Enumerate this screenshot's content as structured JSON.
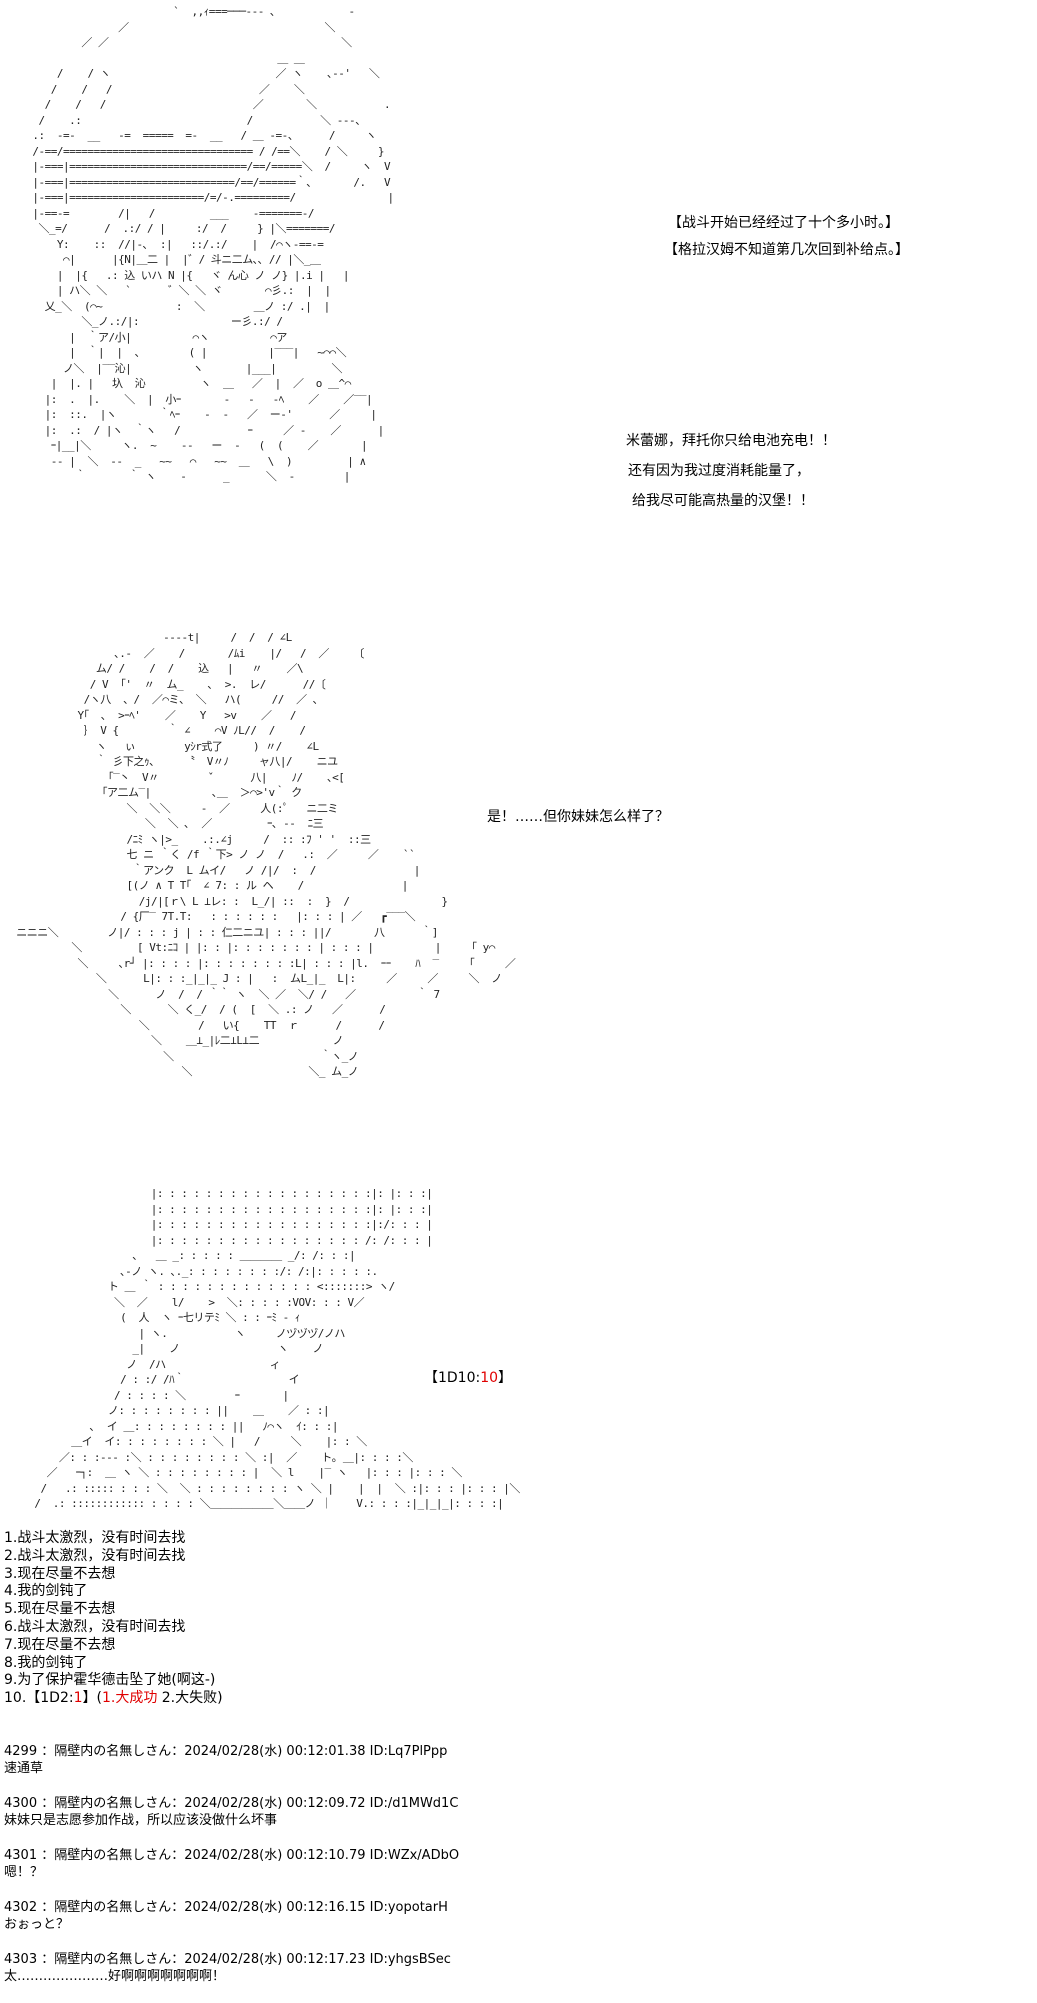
{
  "panel1": {
    "art": "                          `  ,,ｨ===───‐‐- ､            -\n                 ／                                ＼\n           ／ ／                                      ＼\n                                           ＿ ＿\n       /    / ヽ                           ／ ヽ    ､-‐'   ＼\n      /    /   /                        ／    ＼\n     /    /   /                        ／       ＼           .\n    /    .:                           /           ＼ -‐-、\n   .:  -=-  __   -=  =====  =-  __   / ＿ -=-、     /     ヽ\n   /-==/=============================== / /==＼    / ＼     }\n   |-===|=============================/==/=====＼  /     ヽ  V\n   |-===|===========================/==/======｀、      /.   V\n   |-===|======================/=/-.=========/               |\n   |-==-=        /|   /         ___    -=======-/\n    ＼_=/      /  .:/ / |     :/  /     } |＼=======/\n       Y:    ::  //|-､  :|   ::/.:/    |  /⌒ヽ-==-=\n        ⌒|      |{N|＿二 |  |゛/ 斗ニ二ム､､ // |＼_＿\n       |  |{   .: 込 いハ N |{   ヾ ん心 ノ ノ} |.i |   |\n       | ハ＼ ＼   `      ゛＼ ＼ ヾ       ⌒彡.:  |  |\n     乂_＼  (⌒~            :  ＼        ＿ノ :/ .|  |\n           ＼_ノ.:/|:               ー彡.:/ /\n         |  ｀ア/小|          ⌒ヽ          ⌒ア\n         |  ｀|  |  ､        ( |          |‾‾‾|   ~⌒⌒＼\n        ノ＼  |‾‾沁|          ヽ       |___|         ＼\n      |  |. |   圦  沁         ヽ  ＿   ／  |  ／  o ＿^⌒\n     |:  .  |.    ＼  |  小ｰ       ‐   -   -ﾍ    ／    ／‾‾|\n     |:  ::.  |ヽ       ｀ﾍｰ    -  ‐   ／  ー‐'      ／     |\n     |:  .:  / |ヽ  ｀ヽ   /           ｰ     ／ -    ／      |\n      ｰ|__|＼     ヽ.  ~    ‐‐   ー  -   (  (    ／       |\n      ‐‐ |  ＼  ‐‐  _   ~~   ⌒   ~~  ＿   \\  )         | ∧\n          ｀       ｀ ヽ    ‐      _      ＼  ‐        |",
    "narration": [
      "【战斗开始已经经过了十个多小时。】",
      "【格拉汉姆不知道第几次回到补给点。】"
    ],
    "speech": [
      "米蕾娜，拜托你只给电池充电！！",
      "还有因为我过度消耗能量了，",
      "给我尽可能高热量的汉堡！！"
    ]
  },
  "panel2": {
    "art": "                          -‐‐‐t|     /  /  / ∠L\n                  ､.-  ／    /       /ﾑi    |/   /  ／    〔\n               ム/ /    /  /    込   |   〃    ／\\\n              / V  ｢'  〃  ム_    ､  >.  レ/      //〔\n             /ヽ八  、/  ／⌒ミ、 ＼   ハ(     //  ／ ､\n            Y｢  ､  >ｰﾍ'    ／    Y   >v    ／   /\n             ｝ V {        ｀ ∠    ⌒V ﾉL//  /    /\n               ヽ   ぃ        yｼr式了     ) 〃/    ∠L\n               ｀ 彡下之ｩ、    〝  V〃ﾉ     ャ八|/    ニユ\n                 ｢‾丶  V〃        ˇ      八|    ﾉ/    ､<[\n                ｢ア二ム‾|          ､＿  ＞⌒>'v｀ ク\n                    ＼  ＼＼     ‐  ／     人(:ﾟ   ニ二ミ\n                       ＼  ＼ ､  ／         ｰ､ ‐‐  ﾆ三\n                    /ﾆﾐ ヽ|>_    .:.∠j     /  :: :ﾌ ' '  ::三\n                    七 ニ ｀く /f ｀下> ノ ノ  /   .:  ／     ／    ``\n                     ｀アンク  L ムイ/   ノ /|/  :  /                |\n                    [(ノ ∧ T T｢  ∠ 7: : ル ヘ    /                |\n                      /j/|[ｒ\\ L ⊥レ: :  L_/| ::  :  }  /               }\n                   / {厂‾ 7T.T:   : : : : : :   |: : : | ／   ┏‾‾‾＼\n  ニニニ＼        ノ|/ : : : j | : : 仁二ニユ| : : : ||/       八      ｀]\n           ＼         [ Vt:ﾆｺ | |: : |: : : : : : : | : : : |          |     ｢ y⌒\n            ＼     ､r┘ |: : : : |: : : : : : : :L| : : : |l.  ｰｰ    ﾊ  ‾     ｢     ／\n               ＼      L|: : :_|_|_ J : |   :  ムL_|_  L|:     ／     ／     ＼  ノ\n                 ＼      ノ  /  / ｀｀ ヽ  ＼ ／  ＼/ /   ／          ｀ 7\n                   ＼      ＼ く_/  / (  [  ＼ .: ノ   ／      /\n                      ＼        /   い{    TT  ｒ      /      /\n                        ＼    ＿⊥_|ﾚ二⊥L⊥二            ノ\n                          ＼                        ｀ヽ_ノ\n                             ＼                   ＼_ ム_ノ",
    "speech": "是！……但你妹妹怎么样了？"
  },
  "panel3": {
    "art": "                      |: : : : : : : : : : : : : : : : : :|: |: : :|\n                      |: : : : : : : : : : : : : : : : : :|: |: : :|\n                      |: : : : : : : : : : : : : : : : : :|:/: : : |\n                      |: : : : : : : : : : : : : : : : : /: /: : : |\n                   ､   ＿ _: : : : : ＿＿＿＿ _/: /: : :|\n                 ､-ノ ヽ. ､._: : : : : : : :/: /:|: : : : :.\n               ト ＿ ｀ : : : : : : : : : : : : : <:::::::> ヽ/\n                ＼  ／    l/    >  ＼: : : : :VOV: : : V／\n                 (  人  ヽ ｰ七リテﾐ ＼ : : ｰﾐ ‐ ｨ\n                    | ヽ.           ヽ     ノヅヅヅ/ノハ\n                   _|    ノ                ヽ    ノ\n                  ノ  /ハ                 ィ\n                 / : :/ /ﾊ｀                 イ\n                / : : : : ＼        ｰ       |\n               ノ: : : : : : : : ||    ＿    ／ : :|\n            ､  イ ＿: : : : : : : : ||   ﾉ⌒ヽ  ｲ: : :|\n         ＿イ  イ: : : : : : : : ＼ |   /     ＼    |: : ＼\n       ／: : :‐‐‐ :＼ : : : : : : : : ＼ :|  ／    ト｡ ＿|: : : :＼\n     ／   ｰ┐:  ＿ ヽ ＼ : : : : : : : : |  ＼ l    |‾ ヽ   |: : : |: : : ＼\n    /   .: ::::: : : : ＼  ＼ : : : : : : : : ヽ ＼ |    |  |  ＼ :|: : : |: : : |＼\n   /  .: :::::::::::: : : : : ＼＿＿＿＿＿＿＼＿＿ノ ｜    V.: : : :|_|_|_|: : : :|",
    "roll_prefix": "【1D10:",
    "roll_value": "10",
    "roll_suffix": "】"
  },
  "options": [
    "1.战斗太激烈，没有时间去找",
    "2.战斗太激烈，没有时间去找",
    "3.现在尽量不去想",
    "4.我的剑钝了",
    "5.现在尽量不去想",
    "6.战斗太激烈，没有时间去找",
    "7.现在尽量不去想",
    "8.我的剑钝了",
    "9.为了保护霍华德击坠了她(啊这-)"
  ],
  "option10": {
    "prefix": "10.【1D2:",
    "value": "1",
    "suffix": "】(",
    "choice1": "1.大成功",
    "rest": "  2.大失败)"
  },
  "posts": [
    {
      "header": "4299 ：隔壁内の名無しさん：2024/02/28(水) 00:12:01.38 ID:Lq7PlPpp",
      "body": "速通草"
    },
    {
      "header": "4300 ：隔壁内の名無しさん：2024/02/28(水) 00:12:09.72 ID:/d1MWd1C",
      "body": "妹妹只是志愿参加作战，所以应该没做什么坏事"
    },
    {
      "header": "4301 ：隔壁内の名無しさん：2024/02/28(水) 00:12:10.79 ID:WZx/ADbO",
      "body": "嗯！？"
    },
    {
      "header": "4302 ：隔壁内の名無しさん：2024/02/28(水) 00:12:16.15 ID:yopotarH",
      "body": "おぉっと？"
    },
    {
      "header": "4303 ：隔壁内の名無しさん：2024/02/28(水) 00:12:17.23 ID:yhgsBSec",
      "body": "太…………………好啊啊啊啊啊啊啊！"
    }
  ],
  "colors": {
    "highlight": "#e00000",
    "text": "#000000",
    "background": "#ffffff"
  }
}
